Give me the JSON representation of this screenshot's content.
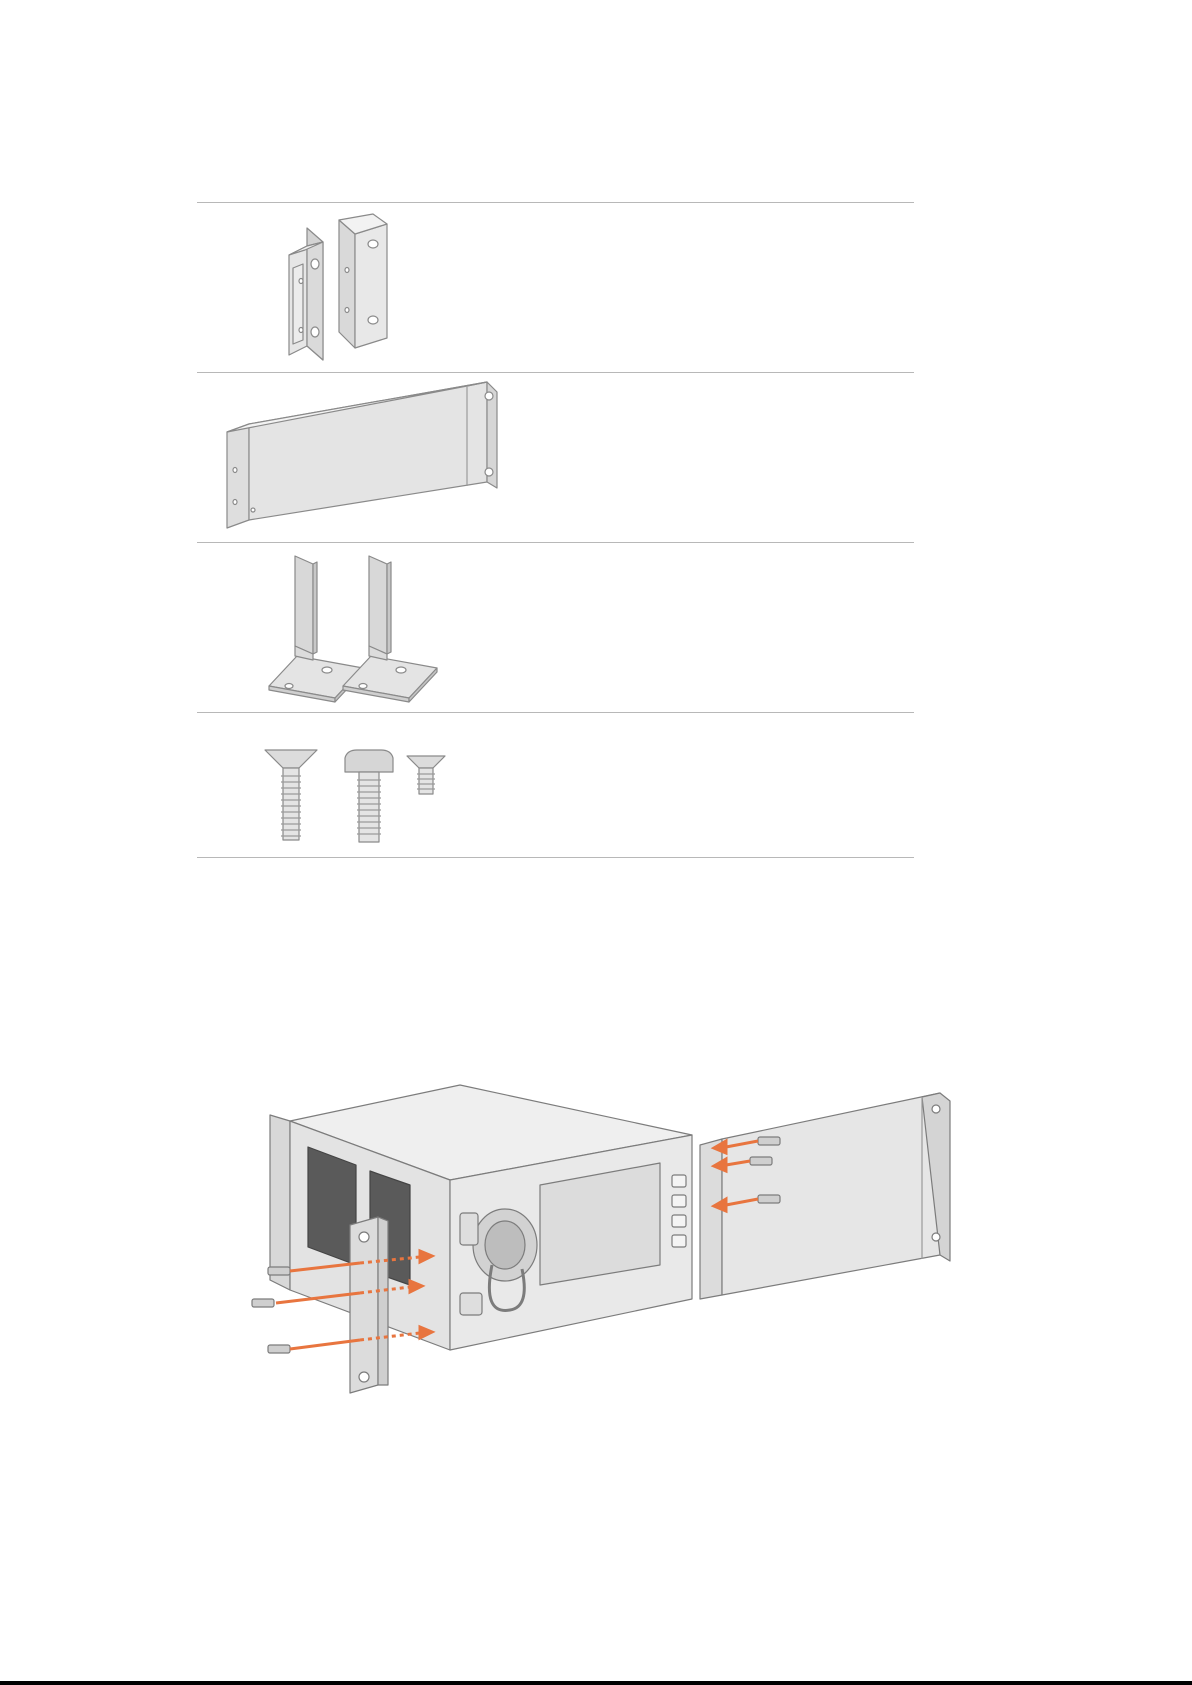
{
  "parts_list": {
    "rows": [
      {
        "item": "small-rack-ears"
      },
      {
        "item": "blanking-plate-ear"
      },
      {
        "item": "l-shaped-brackets"
      },
      {
        "item": "screws"
      }
    ]
  },
  "assembly_illustration": {
    "arrow_color": "#e8753f",
    "device_color": "#e9e9e9"
  }
}
